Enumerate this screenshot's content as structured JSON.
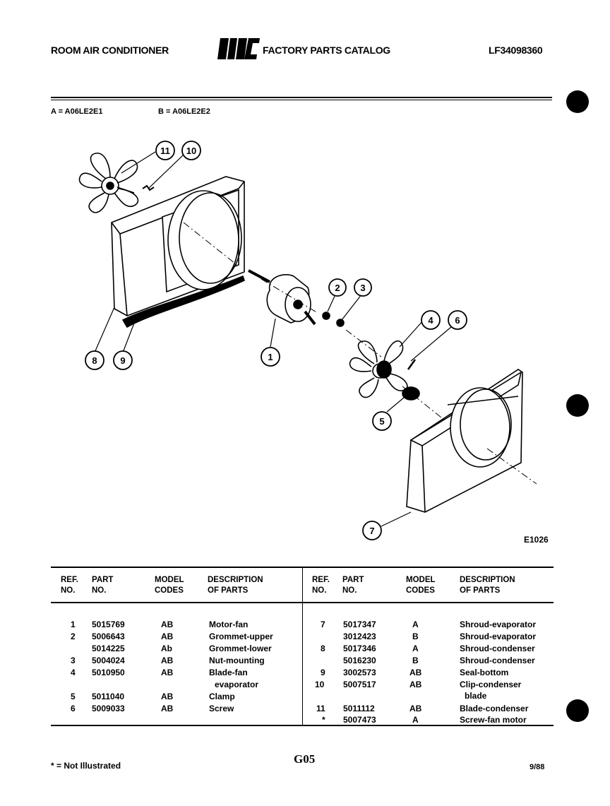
{
  "header": {
    "left_title": "ROOM AIR CONDITIONER",
    "logo_text": "WCI",
    "center_title": "FACTORY PARTS CATALOG",
    "model_number": "LF34098360"
  },
  "model_codes": [
    {
      "code": "A",
      "model": "A06LE2E1",
      "text": "A = A06LE2E1"
    },
    {
      "code": "B",
      "model": "A06LE2E2",
      "text": "B = A06LE2E2"
    }
  ],
  "diagram": {
    "figure_code": "E1026",
    "callouts": [
      "1",
      "2",
      "3",
      "4",
      "5",
      "6",
      "7",
      "8",
      "9",
      "10",
      "11"
    ]
  },
  "table": {
    "headers": {
      "ref_no": [
        "REF.",
        "NO."
      ],
      "part_no": [
        "PART",
        "NO."
      ],
      "model_codes": [
        "MODEL",
        "CODES"
      ],
      "description": [
        "DESCRIPTION",
        "OF PARTS"
      ]
    },
    "left_rows": [
      {
        "ref": "1",
        "part": "5015769",
        "codes": "AB",
        "desc": "Motor-fan"
      },
      {
        "ref": "2",
        "part": "5006643",
        "codes": "AB",
        "desc": "Grommet-upper"
      },
      {
        "ref": "",
        "part": "5014225",
        "codes": "Ab",
        "desc": "Grommet-lower"
      },
      {
        "ref": "3",
        "part": "5004024",
        "codes": "AB",
        "desc": "Nut-mounting"
      },
      {
        "ref": "4",
        "part": "5010950",
        "codes": "AB",
        "desc": "Blade-fan"
      },
      {
        "ref": "",
        "part": "",
        "codes": "",
        "desc": "evaporator"
      },
      {
        "ref": "5",
        "part": "5011040",
        "codes": "AB",
        "desc": "Clamp"
      },
      {
        "ref": "6",
        "part": "5009033",
        "codes": "AB",
        "desc": "Screw"
      }
    ],
    "right_rows": [
      {
        "ref": "7",
        "part": "5017347",
        "codes": "A",
        "desc": "Shroud-evaporator"
      },
      {
        "ref": "",
        "part": "3012423",
        "codes": "B",
        "desc": "Shroud-evaporator"
      },
      {
        "ref": "8",
        "part": "5017346",
        "codes": "A",
        "desc": "Shroud-condenser"
      },
      {
        "ref": "",
        "part": "5016230",
        "codes": "B",
        "desc": "Shroud-condenser"
      },
      {
        "ref": "9",
        "part": "3002573",
        "codes": "AB",
        "desc": "Seal-bottom"
      },
      {
        "ref": "10",
        "part": "5007517",
        "codes": "AB",
        "desc": "Clip-condenser"
      },
      {
        "ref": "",
        "part": "",
        "codes": "",
        "desc": "blade"
      },
      {
        "ref": "11",
        "part": "5011112",
        "codes": "AB",
        "desc": "Blade-condenser"
      },
      {
        "ref": "*",
        "part": "5007473",
        "codes": "A",
        "desc": "Screw-fan motor"
      }
    ]
  },
  "footer": {
    "note": "* = Not Illustrated",
    "page_code": "G05",
    "date": "9/88"
  }
}
